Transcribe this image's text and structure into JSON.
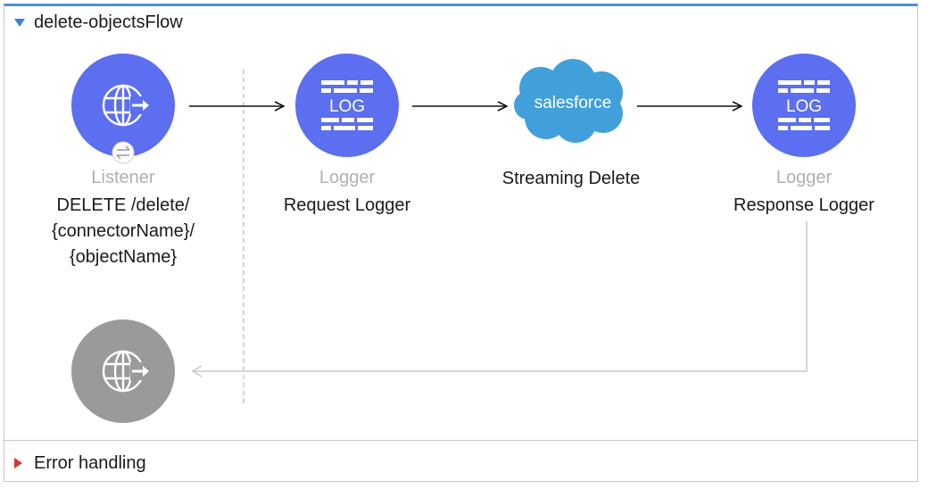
{
  "flow": {
    "title": "delete-objectsFlow",
    "collapse_icon": "triangle-down-icon"
  },
  "nodes": {
    "listener": {
      "type": "Listener",
      "name": "DELETE /delete/\n{connectorName}/\n{objectName}",
      "icon": "http-globe-icon",
      "badge_icon": "exchange-arrows-icon",
      "color": "#5b6ff0"
    },
    "request_logger": {
      "type": "Logger",
      "name": "Request Logger",
      "icon": "log-icon",
      "color": "#5b6ff0"
    },
    "streaming_delete": {
      "name": "Streaming Delete",
      "icon": "salesforce-cloud-icon",
      "logo_text": "salesforce",
      "color": "#41a0da"
    },
    "response_logger": {
      "type": "Logger",
      "name": "Response Logger",
      "icon": "log-icon",
      "color": "#5b6ff0"
    },
    "listener_response": {
      "icon": "http-globe-icon",
      "color": "#9a9a9a"
    }
  },
  "icons": {
    "log_text": "LOG"
  },
  "error_handling": {
    "label": "Error handling",
    "expand_icon": "triangle-right-icon"
  }
}
